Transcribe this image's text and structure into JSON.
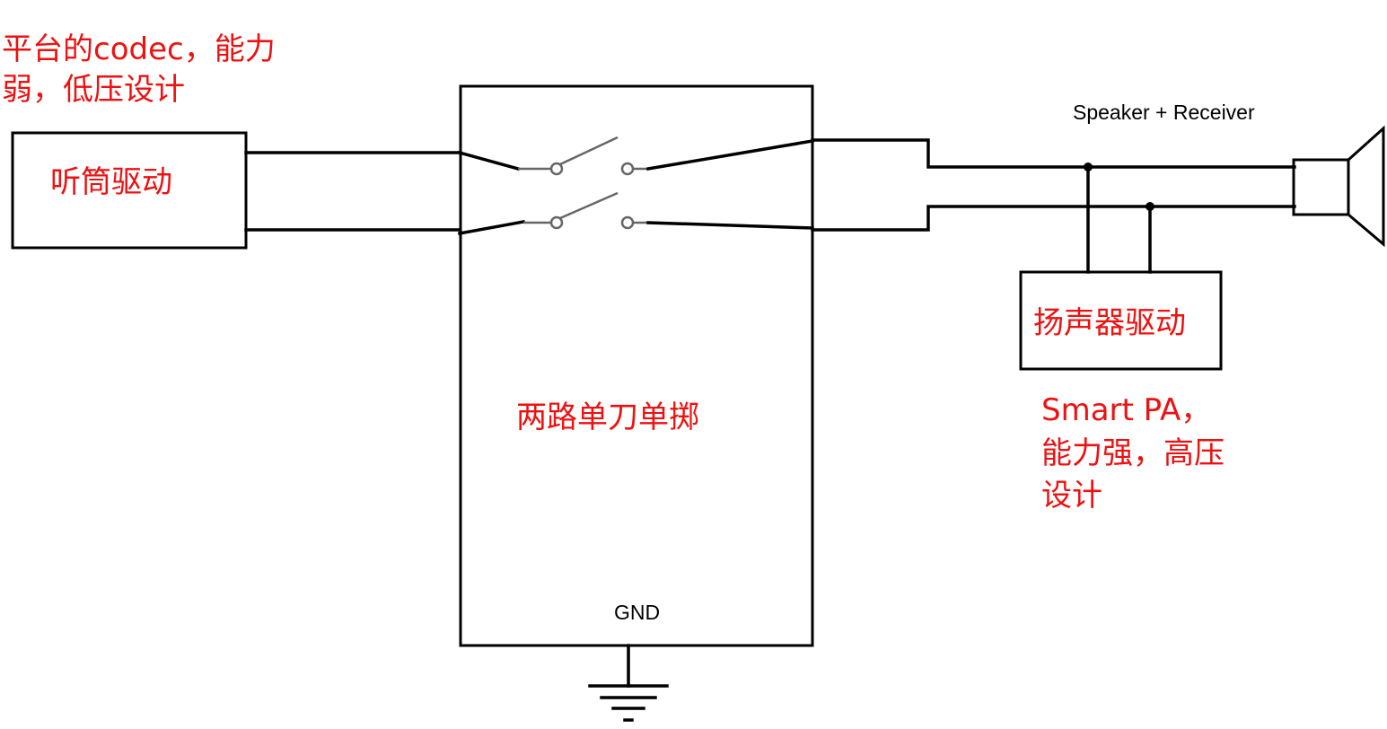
{
  "annotations": {
    "codec_note_line1": "平台的codec，能力",
    "codec_note_line2": "弱，低压设计",
    "smartpa_note_line1": "Smart PA，",
    "smartpa_note_line2": "能力强，高压",
    "smartpa_note_line3": "设计"
  },
  "blocks": {
    "receiver_driver": "听筒驱动",
    "switch": "两路单刀单掷",
    "speaker_driver": "扬声器驱动"
  },
  "labels": {
    "speaker_receiver": "Speaker + Receiver",
    "gnd": "GND"
  },
  "colors": {
    "annotation": "#ee1111",
    "line": "#000000",
    "switch_contact": "#666666"
  }
}
